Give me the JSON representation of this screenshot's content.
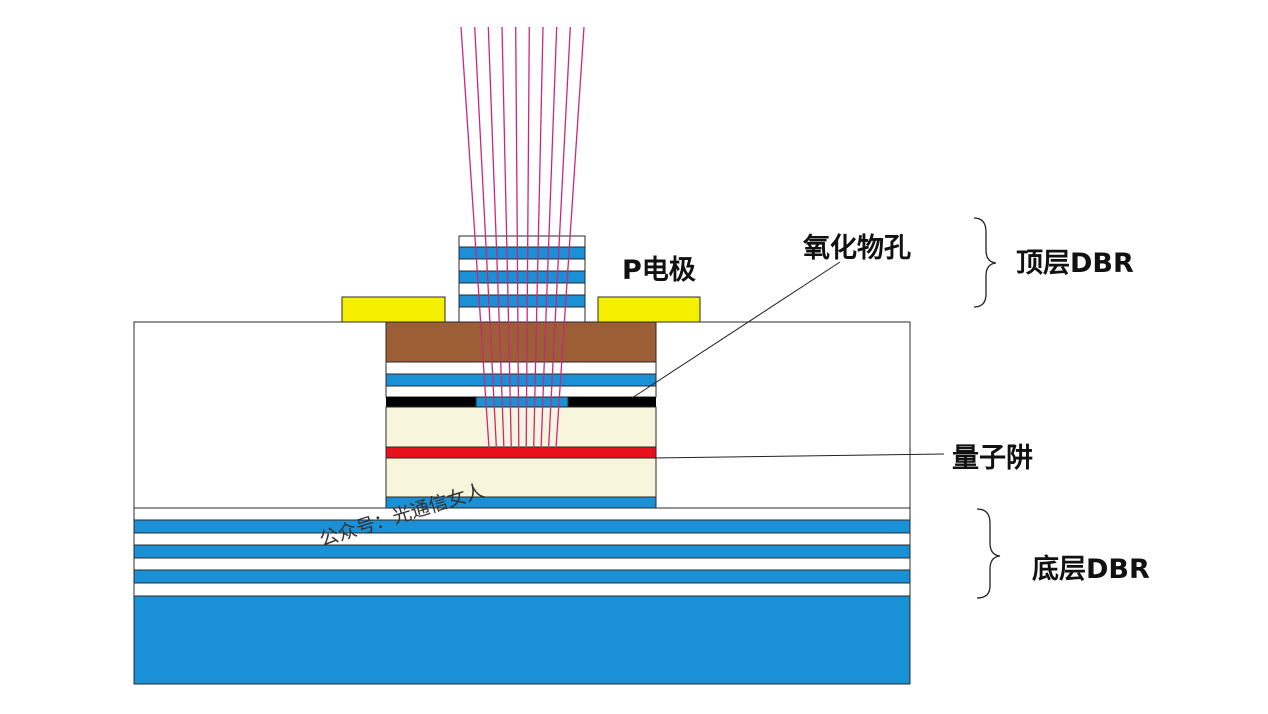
{
  "labels": {
    "oxide_aperture": "氧化物孔",
    "p_electrode": "P电极",
    "top_dbr": "顶层DBR",
    "quantum_well": "量子阱",
    "bottom_dbr": "底层DBR"
  },
  "watermark": "公众号：光通信女人",
  "colors": {
    "dbr_blue": "#1a90d6",
    "dbr_white": "#ffffff",
    "electrode_yellow": "#f5f000",
    "contact_brown": "#9b5e35",
    "cavity_cream": "#f7f5dc",
    "quantum_well_red": "#e8101a",
    "oxide_black": "#000000",
    "beam_magenta": "#c8287e",
    "outline": "#2a2a2a"
  }
}
